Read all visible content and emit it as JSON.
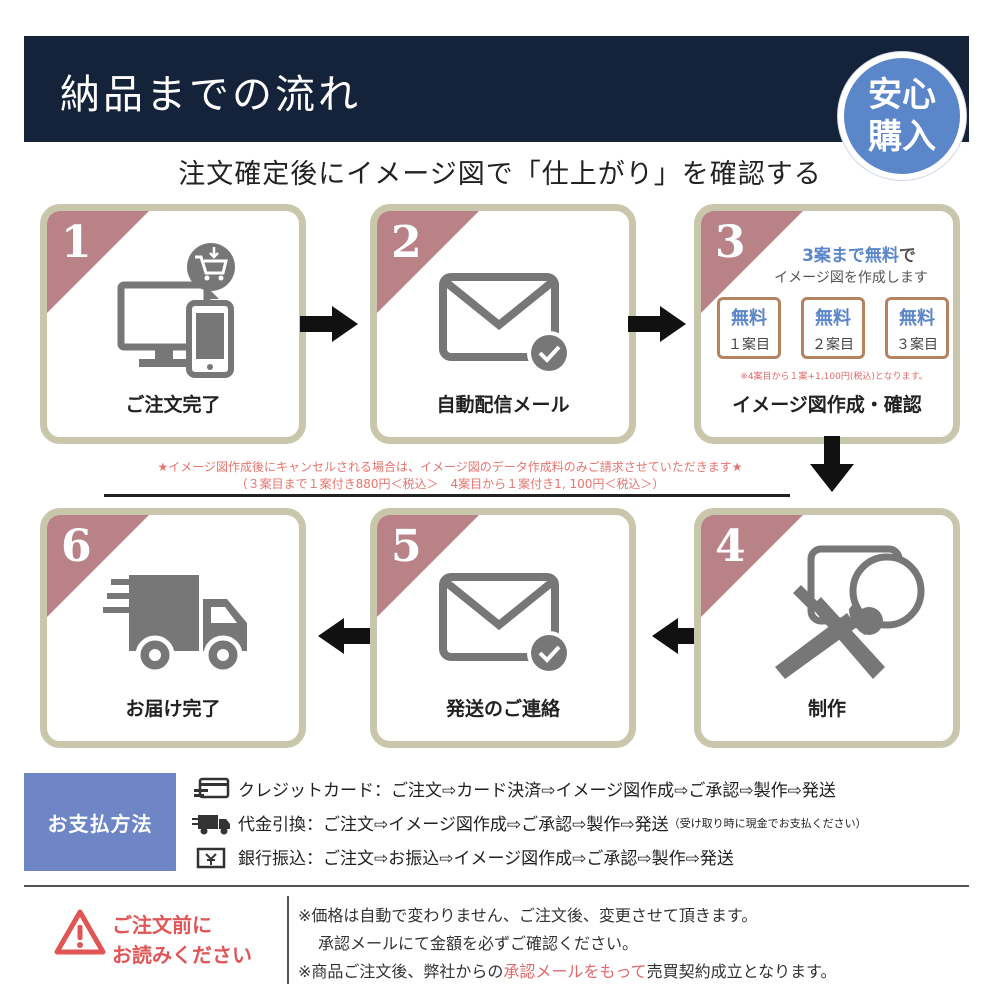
{
  "header": {
    "title": "納品までの流れ"
  },
  "badge": {
    "line1": "安心",
    "line2": "購入"
  },
  "subtitle": "注文確定後にイメージ図で「仕上がり」を確認する",
  "steps": [
    {
      "num": "1",
      "label": "ご注文完了"
    },
    {
      "num": "2",
      "label": "自動配信メール"
    },
    {
      "num": "3",
      "label": "イメージ図作成・確認"
    },
    {
      "num": "4",
      "label": "制作"
    },
    {
      "num": "5",
      "label": "発送のご連絡"
    },
    {
      "num": "6",
      "label": "お届け完了"
    }
  ],
  "free": {
    "title_blue": "3案まで無料",
    "title_rest": "で",
    "subtitle": "イメージ図を作成します",
    "boxes": [
      {
        "top": "無料",
        "bottom": "１案目"
      },
      {
        "top": "無料",
        "bottom": "２案目"
      },
      {
        "top": "無料",
        "bottom": "３案目"
      }
    ],
    "note": "※4案目から１案+1,100円(税込)となります。"
  },
  "notice": {
    "line1": "★イメージ図作成後にキャンセルされる場合は、イメージ図のデータ作成料のみご請求させていただきます★",
    "line2": "（３案目まで１案付き880円＜税込＞　4案目から１案付き1, 100円＜税込＞）"
  },
  "payment": {
    "label": "お支払方法",
    "rows": [
      {
        "text": "クレジットカード：ご注文⇨カード決済⇨イメージ図作成⇨ご承認⇨製作⇨発送",
        "small": ""
      },
      {
        "text": "代金引換：ご注文⇨イメージ図作成⇨ご承認⇨製作⇨発送",
        "small": "（受け取り時に現金でお支払ください）"
      },
      {
        "text": "銀行振込：ご注文⇨お振込⇨イメージ図作成⇨ご承認⇨製作⇨発送",
        "small": ""
      }
    ]
  },
  "warning": {
    "line1": "ご注文前に",
    "line2": "お読みください"
  },
  "notes": {
    "line1": "※価格は自動で変わりません、ご注文後、変更させて頂きます。",
    "line2": "承認メールにて金額を必ずご確認ください。",
    "line3_a": "※商品ご注文後、弊社からの",
    "line3_red": "承認メールをもって",
    "line3_b": "売買契約成立となります。"
  },
  "colors": {
    "header_bg": "#15233a",
    "badge_bg": "#5b86c9",
    "corner": "#b98286",
    "frame": "#c9c7ab",
    "icon_gray": "#777777",
    "accent_red": "#e06a6a",
    "pay_bg": "#6e86c6"
  }
}
